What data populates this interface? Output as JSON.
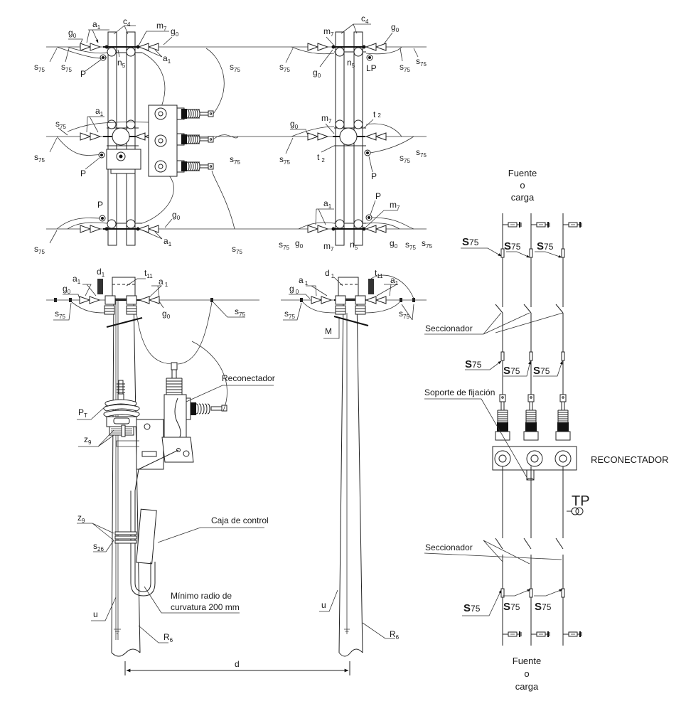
{
  "drawing": {
    "top_left_pole_labels": {
      "a1": "a",
      "a1_sub": "1",
      "g0": "g",
      "g0_sub": "0",
      "c4": "c",
      "c4_sub": "4",
      "m7": "m",
      "m7_sub": "7",
      "n5": "n",
      "n5_sub": "5",
      "s75": "s",
      "s75_sub": "75",
      "P": "P"
    },
    "top_right_pole_labels": {
      "LP": "LP",
      "t2": "t",
      "t2_sub": "2"
    },
    "elevation_labels": {
      "d1": "d",
      "d1_sub": "1",
      "t11": "t",
      "t11_sub": "11",
      "PT": "P",
      "PT_sub": "T",
      "z9": "z",
      "z9_sub": "9",
      "s26": "s",
      "s26_sub": "26",
      "u": "u",
      "R6": "R",
      "R6_sub": "6",
      "M": "M",
      "d": "d"
    },
    "callouts": {
      "reconectador": "Reconectador",
      "caja_control": "Caja de control",
      "radio_line1": "Mínimo radio de",
      "radio_line2": "curvatura 200 mm"
    },
    "schematic": {
      "source_top": [
        "Fuente",
        "o",
        "carga"
      ],
      "source_bottom": [
        "Fuente",
        "o",
        "carga"
      ],
      "S75": "S",
      "S75_sub": "75",
      "seccionador": "Seccionador",
      "soporte": "Soporte de fijación",
      "reconectador": "RECONECTADOR",
      "tp": "TP"
    }
  }
}
